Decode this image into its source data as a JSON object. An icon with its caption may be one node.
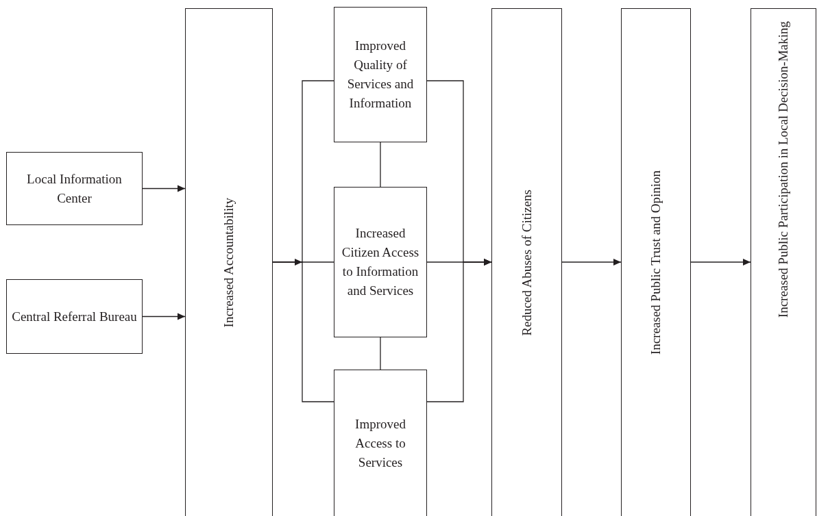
{
  "diagram": {
    "nodes": [
      {
        "text": [
          "Local Information Center"
        ]
      },
      {
        "text": [
          "Central Referral Bureau"
        ]
      },
      {
        "text": [
          "Increased Accountability"
        ]
      },
      {
        "text": [
          "Improved Quality of Services and Information"
        ]
      },
      {
        "text": [
          "Increased Citizen Access to Information and Services"
        ]
      },
      {
        "text": [
          "Improved Access to Services"
        ]
      },
      {
        "text": [
          "Reduced Abuses of Citizens"
        ]
      },
      {
        "text": [
          "Increased Public Trust and Opinion"
        ]
      },
      {
        "text": [
          "Increased Public Participation in Local Decision-Making"
        ]
      }
    ],
    "edges": [
      {
        "from": 0,
        "to": 2,
        "arrow": "to"
      },
      {
        "from": 1,
        "to": 2,
        "arrow": "to"
      },
      {
        "from": 2,
        "to": 3,
        "arrow": "to"
      },
      {
        "from": 2,
        "to": 4,
        "arrow": "to"
      },
      {
        "from": 2,
        "to": 5,
        "arrow": "to"
      },
      {
        "from": 3,
        "to": 6,
        "arrow": "to"
      },
      {
        "from": 4,
        "to": 6,
        "arrow": "to"
      },
      {
        "from": 5,
        "to": 6,
        "arrow": "to"
      },
      {
        "from": 3,
        "to": 4,
        "arrow": "none"
      },
      {
        "from": 4,
        "to": 5,
        "arrow": "none"
      },
      {
        "from": 6,
        "to": 7,
        "arrow": "to"
      },
      {
        "from": 7,
        "to": 8,
        "arrow": "to"
      }
    ]
  }
}
